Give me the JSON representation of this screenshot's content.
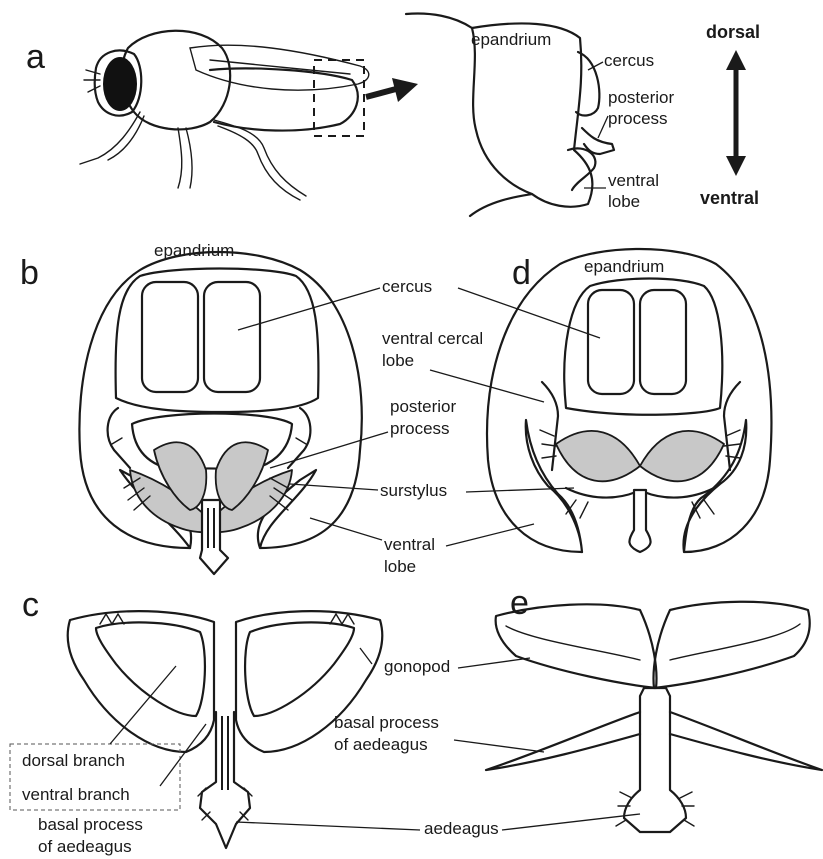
{
  "panels": {
    "a": "a",
    "b": "b",
    "c": "c",
    "d": "d",
    "e": "e"
  },
  "orientation": {
    "dorsal": "dorsal",
    "ventral": "ventral"
  },
  "labels": {
    "a_epandrium": "epandrium",
    "a_cercus": "cercus",
    "a_posterior_l1": "posterior",
    "a_posterior_l2": "process",
    "a_ventral_l1": "ventral",
    "a_ventral_l2": "lobe",
    "b_epandrium": "epandrium",
    "d_epandrium": "epandrium",
    "cercus": "cercus",
    "ventral_cercal_l1": "ventral cercal",
    "ventral_cercal_l2": "lobe",
    "posterior_l1": "posterior",
    "posterior_l2": "process",
    "surstylus": "surstylus",
    "ventral_lobe_l1": "ventral",
    "ventral_lobe_l2": "lobe",
    "gonopod": "gonopod",
    "basal_e_l1": "basal process",
    "basal_e_l2": "of aedeagus",
    "dorsal_branch": "dorsal branch",
    "ventral_branch": "ventral branch",
    "basal_c_l1": "basal process",
    "basal_c_l2": "of aedeagus",
    "aedeagus": "aedeagus"
  },
  "colors": {
    "ink": "#1a1a1a",
    "shading": "#c8c8c8",
    "eye": "#111111"
  }
}
